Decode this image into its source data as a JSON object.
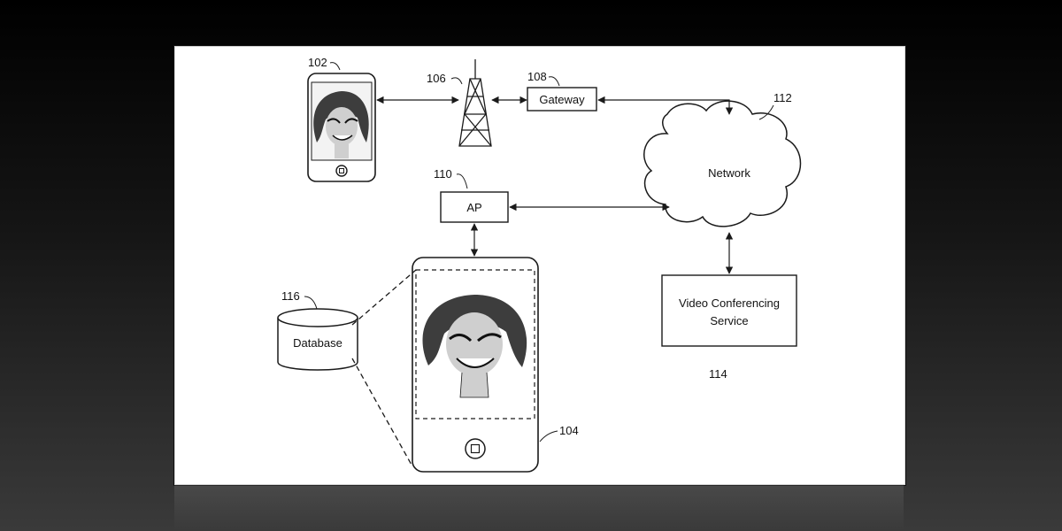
{
  "colors": {
    "background": "#000000",
    "panel": "#ffffff",
    "ink": "#1a1a1a",
    "face_hair": "#3d3d3d",
    "face_skin": "#cfcfcf"
  },
  "refs": {
    "phone_small": "102",
    "phone_large": "104",
    "tower": "106",
    "gateway": "108",
    "ap": "110",
    "network": "112",
    "video_service": "114",
    "database": "116"
  },
  "nodes": {
    "gateway": "Gateway",
    "ap": "AP",
    "network": "Network",
    "video_service_line1": "Video Conferencing",
    "video_service_line2": "Service",
    "database": "Database"
  }
}
